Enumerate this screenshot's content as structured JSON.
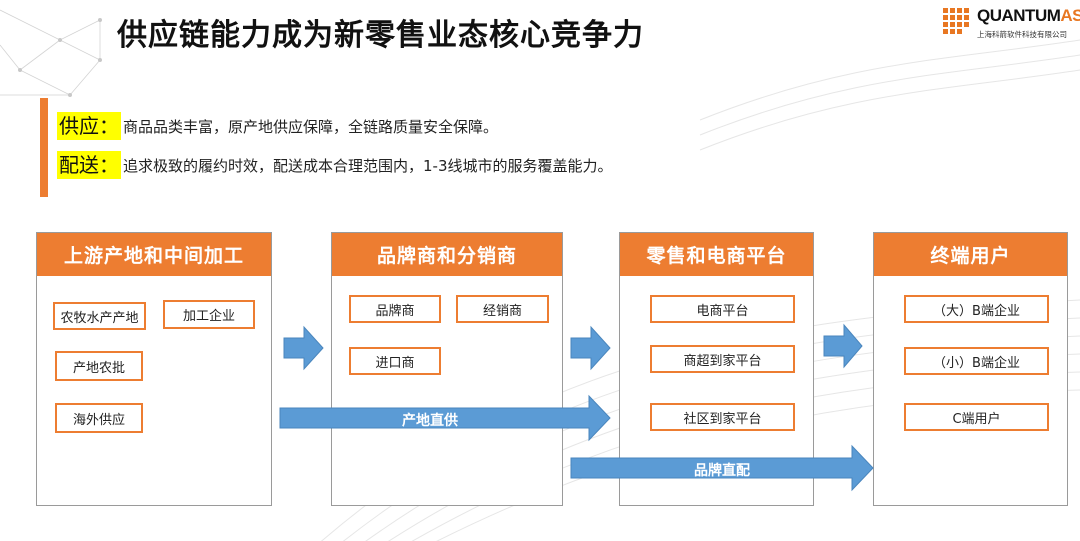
{
  "title": "供应链能力成为新零售业态核心竞争力",
  "logo": {
    "name_part1": "QUANTUM",
    "name_part2": "ASIA",
    "subtitle": "上海科箭软件科技有限公司"
  },
  "bullets": [
    {
      "key": "供应：",
      "text": "商品品类丰富，原产地供应保障，全链路质量安全保障。"
    },
    {
      "key": "配送：",
      "text": "追求极致的履约时效，配送成本合理范围内，1-3线城市的服务覆盖能力。"
    }
  ],
  "stages": [
    {
      "title": "上游产地和中间加工",
      "items": [
        "农牧水产产地",
        "加工企业",
        "产地农批",
        "海外供应"
      ]
    },
    {
      "title": "品牌商和分销商",
      "items": [
        "品牌商",
        "经销商",
        "进口商"
      ]
    },
    {
      "title": "零售和电商平台",
      "items": [
        "电商平台",
        "商超到家平台",
        "社区到家平台"
      ]
    },
    {
      "title": "终端用户",
      "items": [
        "（大）B端企业",
        "（小）B端企业",
        "C端用户"
      ]
    }
  ],
  "flows": {
    "direct_origin": "产地直供",
    "direct_brand": "品牌直配"
  },
  "colors": {
    "orange": "#ed7d31",
    "blue": "#5b9bd5",
    "highlight": "#ffff00"
  }
}
